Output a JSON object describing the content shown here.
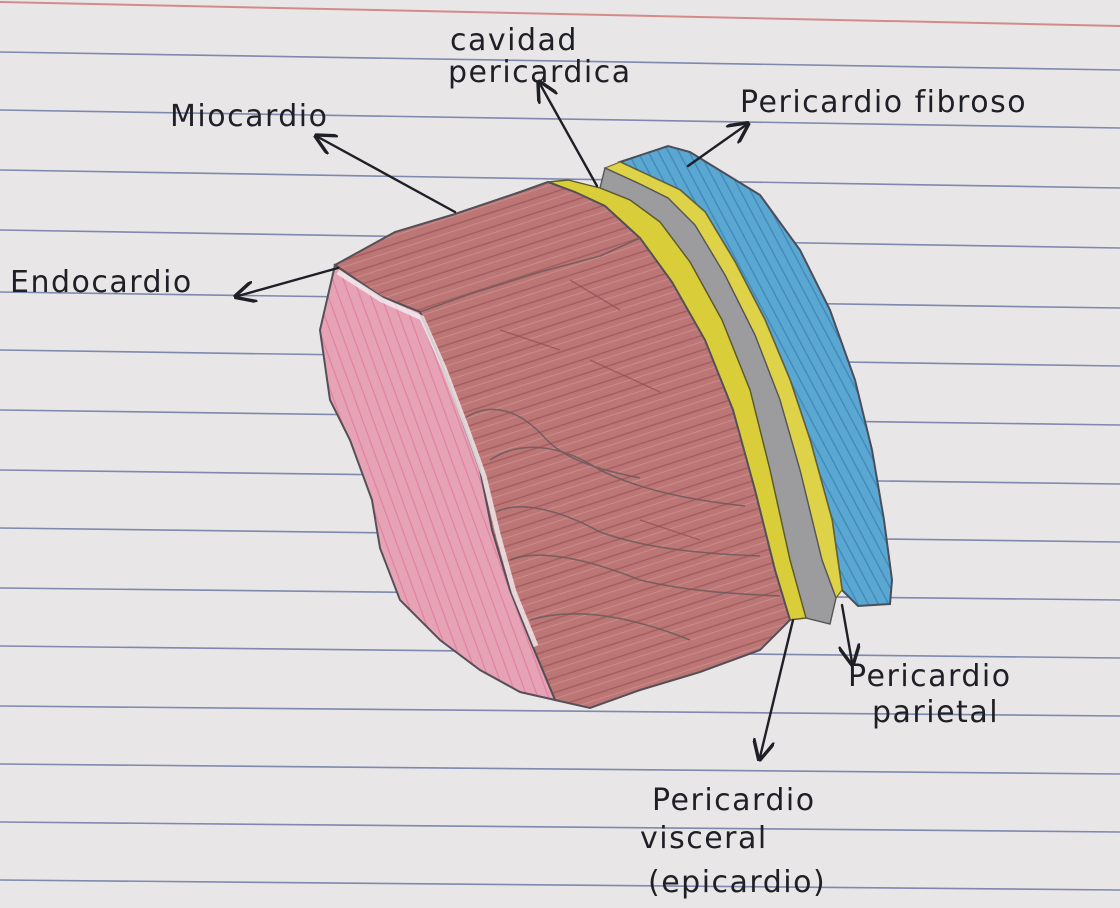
{
  "labels": {
    "cavidad_line1": "cavidad",
    "cavidad_line2": "pericardica",
    "pericardio_fibroso": "Pericardio fibroso",
    "miocardio": "Miocardio",
    "endocardio": "Endocardio",
    "parietal_line1": "Pericardio",
    "parietal_line2": "parietal",
    "visceral_line1": "Pericardio",
    "visceral_line2": "visceral",
    "visceral_line3": "(epicardio)"
  },
  "colors": {
    "paper": "#e9e6e8",
    "ruling": "#5a6a9a",
    "margin_line": "#d58a8a",
    "ink": "#1f1f26",
    "miocardio": "#b87070",
    "endocardio": "#e79ab0",
    "pericardio_visceral": "#ded24a",
    "cavidad": "#9a9a9c",
    "pericardio_parietal": "#e0d04a",
    "pericardio_fibroso": "#5aa8d0"
  }
}
